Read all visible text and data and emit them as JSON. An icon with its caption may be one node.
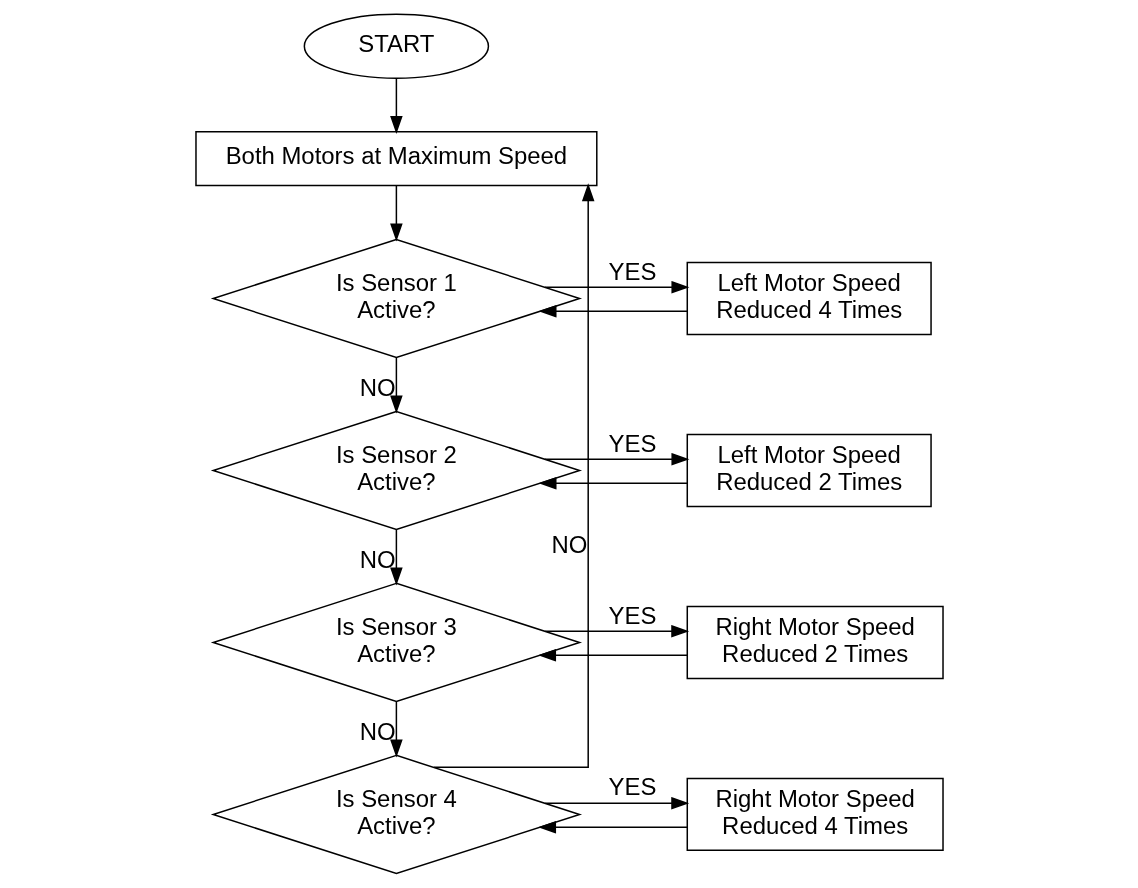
{
  "diagram": {
    "nodes": [
      {
        "text": [
          "START"
        ]
      },
      {
        "text": [
          "Both Motors at Maximum Speed"
        ]
      },
      {
        "text": [
          "Is Sensor 1 Active?"
        ]
      },
      {
        "text": [
          "Left Motor Speed Reduced 4 Times"
        ]
      },
      {
        "text": [
          "Is Sensor 2 Active?"
        ]
      },
      {
        "text": [
          "Left Motor Speed Reduced 2 Times"
        ]
      },
      {
        "text": [
          "Is Sensor 3 Active?"
        ]
      },
      {
        "text": [
          "Right Motor Speed Reduced 2 Times"
        ]
      },
      {
        "text": [
          "Is Sensor 4 Active?"
        ]
      },
      {
        "text": [
          "Right Motor Speed Reduced 4 Times"
        ]
      }
    ],
    "edges": [
      {
        "from": 0,
        "to": 1,
        "arrow": "to"
      },
      {
        "from": 1,
        "to": 2,
        "arrow": "to"
      },
      {
        "from": 2,
        "to": 3,
        "arrow": "to",
        "label": "YES"
      },
      {
        "from": 3,
        "to": 2,
        "arrow": "to"
      },
      {
        "from": 2,
        "to": 4,
        "arrow": "to",
        "label": "NO"
      },
      {
        "from": 4,
        "to": 5,
        "arrow": "to",
        "label": "YES"
      },
      {
        "from": 5,
        "to": 4,
        "arrow": "to"
      },
      {
        "from": 4,
        "to": 6,
        "arrow": "to",
        "label": "NO"
      },
      {
        "from": 6,
        "to": 7,
        "arrow": "to",
        "label": "YES"
      },
      {
        "from": 7,
        "to": 6,
        "arrow": "to"
      },
      {
        "from": 6,
        "to": 8,
        "arrow": "to",
        "label": "NO"
      },
      {
        "from": 8,
        "to": 9,
        "arrow": "to",
        "label": "YES"
      },
      {
        "from": 9,
        "to": 8,
        "arrow": "to"
      },
      {
        "from": 8,
        "to": 1,
        "arrow": "to",
        "label": "NO"
      }
    ]
  }
}
